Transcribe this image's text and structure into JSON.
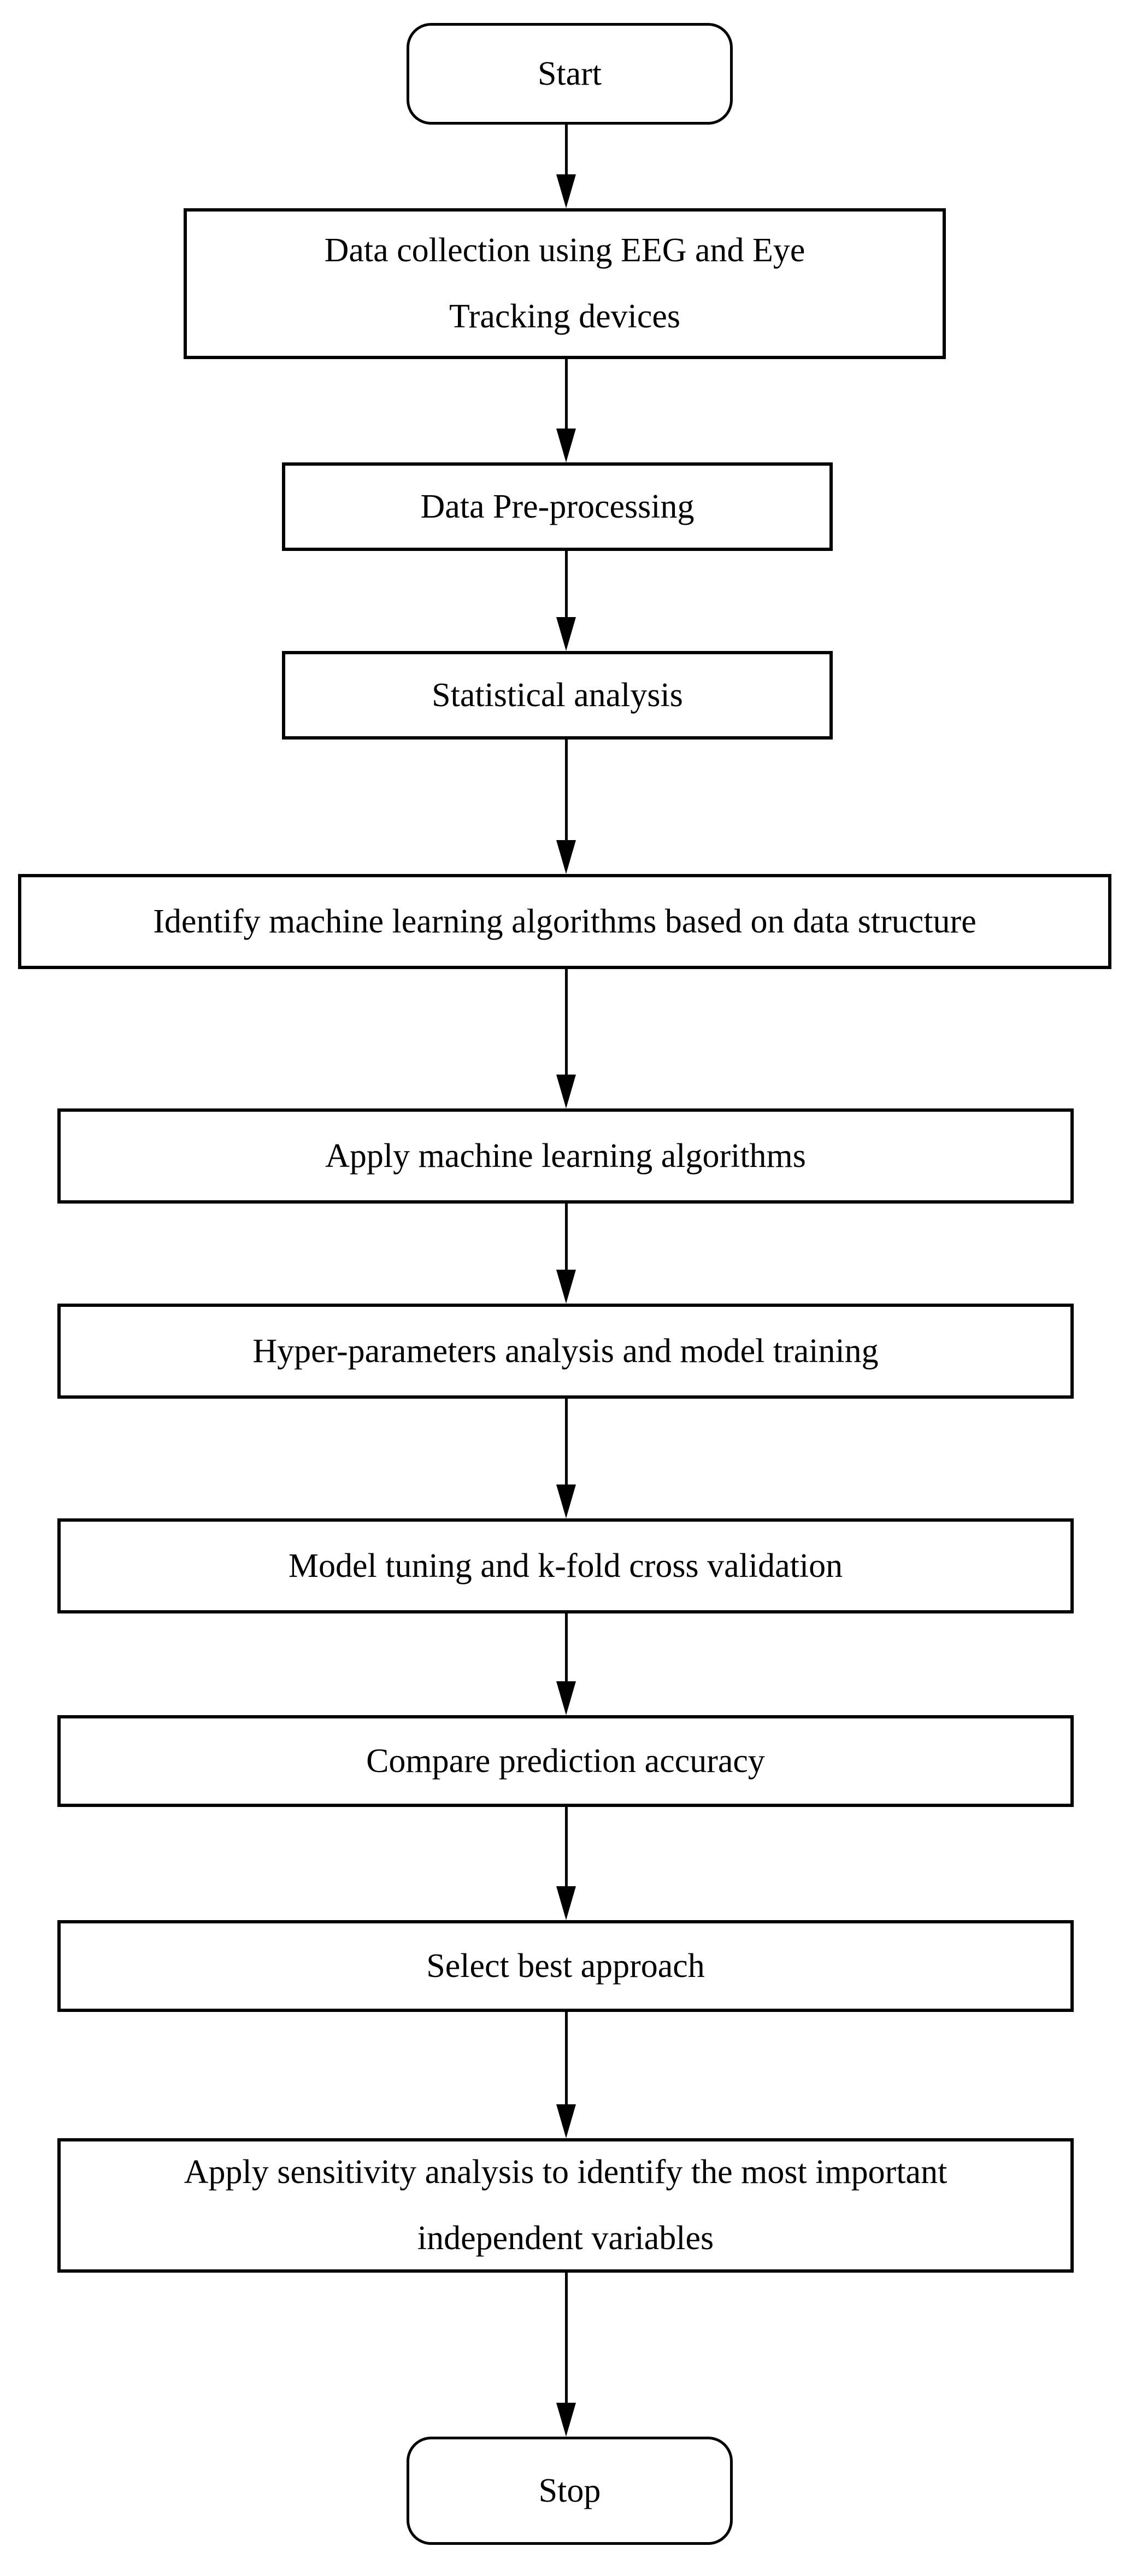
{
  "diagram": {
    "type": "flowchart",
    "direction": "top-to-bottom",
    "colors": {
      "stroke": "#000000",
      "fill": "#ffffff",
      "text": "#000000",
      "background": "#ffffff"
    },
    "nodes": [
      {
        "id": "start",
        "shape": "terminator",
        "label": "Start"
      },
      {
        "id": "data-collection",
        "shape": "process",
        "label": "Data collection using EEG and Eye\nTracking devices"
      },
      {
        "id": "data-pre-processing",
        "shape": "process",
        "label": "Data Pre-processing"
      },
      {
        "id": "statistical-analysis",
        "shape": "process",
        "label": "Statistical analysis"
      },
      {
        "id": "identify-ml-algorithms",
        "shape": "process",
        "label": "Identify machine learning algorithms based on data structure"
      },
      {
        "id": "apply-ml-algorithms",
        "shape": "process",
        "label": "Apply machine learning algorithms"
      },
      {
        "id": "hyper-parameters",
        "shape": "process",
        "label": "Hyper-parameters analysis and model training"
      },
      {
        "id": "model-tuning",
        "shape": "process",
        "label": "Model tuning and k-fold cross validation"
      },
      {
        "id": "compare-accuracy",
        "shape": "process",
        "label": "Compare prediction accuracy"
      },
      {
        "id": "select-best-approach",
        "shape": "process",
        "label": "Select best approach"
      },
      {
        "id": "sensitivity-analysis",
        "shape": "process",
        "label": "Apply sensitivity analysis to identify the most important\nindependent variables"
      },
      {
        "id": "stop",
        "shape": "terminator",
        "label": "Stop"
      }
    ],
    "edges": [
      {
        "from": "start",
        "to": "data-collection"
      },
      {
        "from": "data-collection",
        "to": "data-pre-processing"
      },
      {
        "from": "data-pre-processing",
        "to": "statistical-analysis"
      },
      {
        "from": "statistical-analysis",
        "to": "identify-ml-algorithms"
      },
      {
        "from": "identify-ml-algorithms",
        "to": "apply-ml-algorithms"
      },
      {
        "from": "apply-ml-algorithms",
        "to": "hyper-parameters"
      },
      {
        "from": "hyper-parameters",
        "to": "model-tuning"
      },
      {
        "from": "model-tuning",
        "to": "compare-accuracy"
      },
      {
        "from": "compare-accuracy",
        "to": "select-best-approach"
      },
      {
        "from": "select-best-approach",
        "to": "sensitivity-analysis"
      },
      {
        "from": "sensitivity-analysis",
        "to": "stop"
      }
    ]
  }
}
